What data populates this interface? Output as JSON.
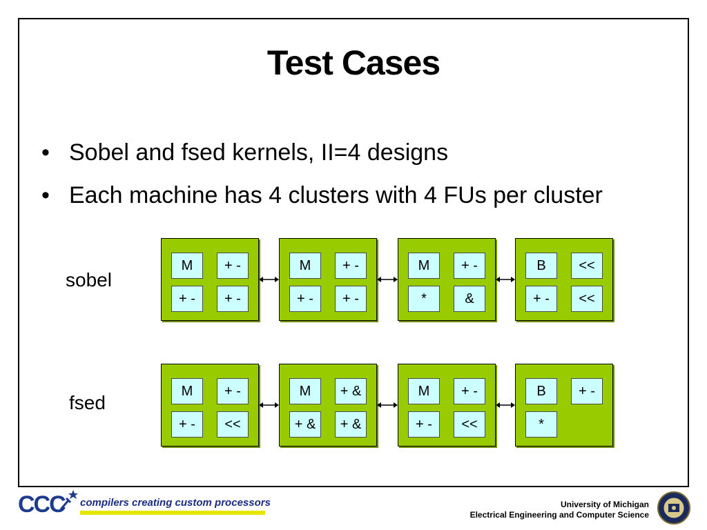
{
  "slide": {
    "title": "Test Cases",
    "bullets": [
      "Sobel and fsed kernels, II=4 designs",
      "Each machine has 4 clusters with 4 FUs per cluster"
    ]
  },
  "machines": [
    {
      "label": "sobel",
      "clusters": [
        [
          "M",
          "+ -",
          "+ -",
          "+ -"
        ],
        [
          "M",
          "+ -",
          "+ -",
          "+ -"
        ],
        [
          "M",
          "+ -",
          "*",
          "&"
        ],
        [
          "B",
          "<<",
          "+ -",
          "<<"
        ]
      ]
    },
    {
      "label": "fsed",
      "clusters": [
        [
          "M",
          "+ -",
          "+ -",
          "<<"
        ],
        [
          "M",
          "+ &",
          "+ &",
          "+ &"
        ],
        [
          "M",
          "+ -",
          "+ -",
          "<<"
        ],
        [
          "B",
          "+ -",
          "*",
          ""
        ]
      ]
    }
  ],
  "footer": {
    "logo_text": "CCC",
    "tagline": "compilers creating custom processors",
    "university": "University of Michigan",
    "department": "Electrical Engineering and Computer Science"
  },
  "colors": {
    "cluster_fill": "#99cc00",
    "fu_fill": "#ccffff",
    "logo_blue": "#1c3b8c",
    "tagline_bar": "#e6e600"
  }
}
